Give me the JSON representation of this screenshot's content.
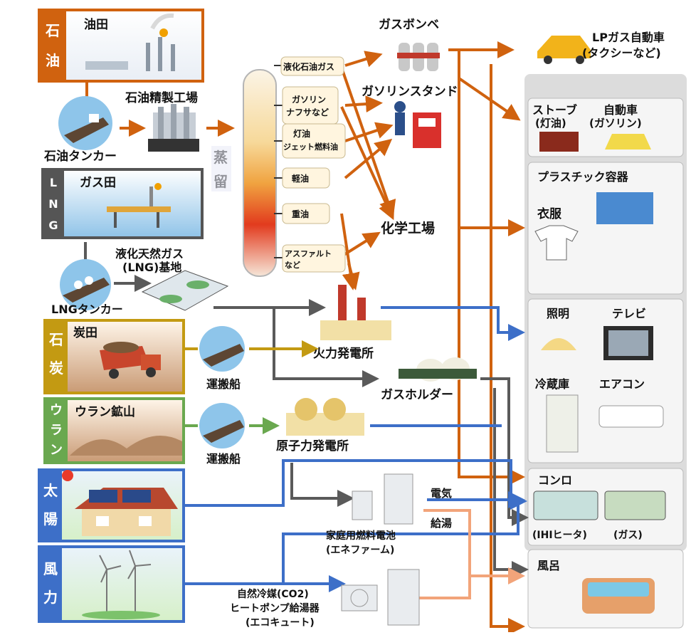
{
  "colors": {
    "oil": "#d0620f",
    "gas": "#5a5a5a",
    "coal": "#c39a12",
    "uranium": "#6aa84f",
    "solar": "#3d6fc8",
    "wind": "#3d6fc8",
    "electric": "#3d6fc8",
    "hotwater": "#f2a47a",
    "panel_bg": "#e6e6e6"
  },
  "sources": {
    "oil": {
      "tag": [
        "石",
        "油"
      ],
      "name": "油田"
    },
    "lng": {
      "tag": [
        "L",
        "N",
        "G"
      ],
      "name": "ガス田"
    },
    "coal": {
      "tag": [
        "石",
        "炭"
      ],
      "name": "炭田"
    },
    "uranium": {
      "tag": [
        "ウ",
        "ラ",
        "ン"
      ],
      "name": "ウラン鉱山"
    },
    "solar": {
      "tag": [
        "太",
        "陽"
      ]
    },
    "wind": {
      "tag": [
        "風",
        "力"
      ]
    }
  },
  "facilities": {
    "oil_tanker": "石油タンカー",
    "refinery": "石油精製工場",
    "distillation": [
      "蒸",
      "留"
    ],
    "lng_base_line1": "液化天然ガス",
    "lng_base_line2": "(LNG)基地",
    "lng_tanker": "LNGタンカー",
    "coal_ship": "運搬船",
    "uranium_ship": "運搬船",
    "thermal_plant": "火力発電所",
    "nuclear_plant": "原子力発電所",
    "gas_holder": "ガスホルダー",
    "gas_cylinder": "ガスボンベ",
    "gas_station": "ガソリンスタンド",
    "chemical_plant": "化学工場",
    "fuel_cell_line1": "家庭用燃料電池",
    "fuel_cell_line2": "(エネファーム)",
    "heatpump_line1": "自然冷媒(CO2)",
    "heatpump_line2": "ヒートポンプ給湯器",
    "heatpump_line3": "(エコキュート)",
    "electricity_label": "電気",
    "hotwater_label": "給湯"
  },
  "distillates": [
    {
      "line1": "液化石油ガス",
      "line2": ""
    },
    {
      "line1": "ガソリン",
      "line2": "ナフサなど"
    },
    {
      "line1": "灯油",
      "line2": "ジェット燃料油"
    },
    {
      "line1": "軽油",
      "line2": ""
    },
    {
      "line1": "重油",
      "line2": ""
    },
    {
      "line1": "アスファルト",
      "line2": "など"
    }
  ],
  "products": {
    "lpg_car_line1": "LPガス自動車",
    "lpg_car_line2": "(タクシーなど)",
    "stove_line1": "ストーブ",
    "stove_line2": "(灯油)",
    "car_line1": "自動車",
    "car_line2": "(ガソリン)",
    "plastic": "プラスチック容器",
    "clothes": "衣服",
    "lighting": "照明",
    "tv": "テレビ",
    "fridge": "冷蔵庫",
    "aircon": "エアコン",
    "stove_cook": "コンロ",
    "ih_heater": "(IHIヒータ)",
    "gas_stove": "(ガス)",
    "bath": "風呂"
  }
}
